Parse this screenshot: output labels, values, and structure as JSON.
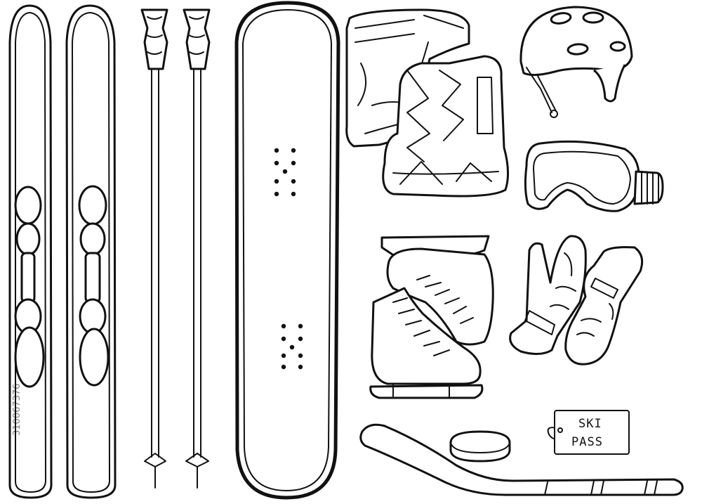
{
  "illustration": {
    "ski_pass": {
      "line1": "SKI",
      "line2": "PASS"
    },
    "watermark_id": "310067376",
    "items": [
      "ski",
      "ski",
      "ski-pole",
      "ski-pole",
      "snowboard",
      "snowboard-boots",
      "helmet",
      "ski-goggles",
      "ice-skates",
      "gloves",
      "hockey-stick",
      "hockey-puck",
      "ski-pass-tag"
    ]
  }
}
